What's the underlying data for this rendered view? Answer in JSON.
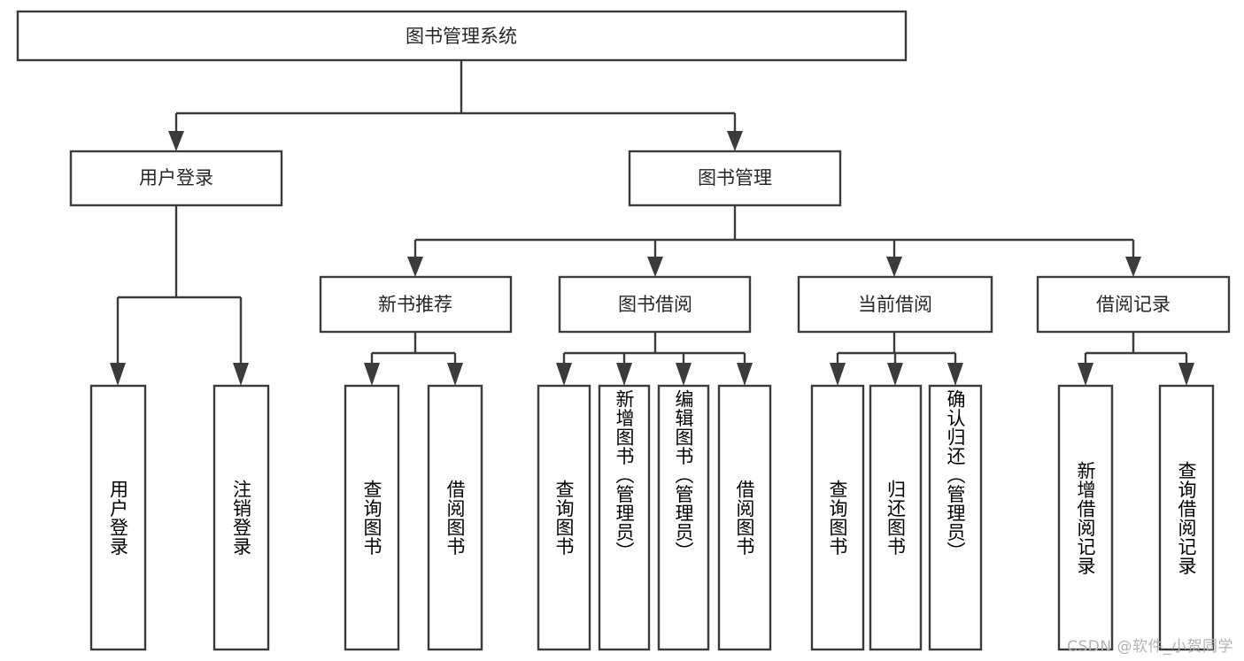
{
  "diagram": {
    "type": "tree-hierarchy-chart",
    "title": "图书管理系统",
    "background_color": "#ffffff",
    "box_stroke_color": "#3b3b3b",
    "text_color": "#262626",
    "root": {
      "id": "root",
      "label": "图书管理系统",
      "orientation": "horizontal"
    },
    "level1": [
      {
        "id": "user-login",
        "label": "用户登录",
        "orientation": "horizontal"
      },
      {
        "id": "book-manage",
        "label": "图书管理",
        "orientation": "horizontal"
      }
    ],
    "level2": [
      {
        "id": "new-book-recommend",
        "label": "新书推荐",
        "parent": "book-manage",
        "orientation": "horizontal"
      },
      {
        "id": "book-borrow",
        "label": "图书借阅",
        "parent": "book-manage",
        "orientation": "horizontal"
      },
      {
        "id": "current-borrow",
        "label": "当前借阅",
        "parent": "book-manage",
        "orientation": "horizontal"
      },
      {
        "id": "borrow-record",
        "label": "借阅记录",
        "parent": "book-manage",
        "orientation": "horizontal"
      }
    ],
    "leaves": [
      {
        "id": "leaf-user-login",
        "label": "用户登录",
        "parent": "user-login",
        "orientation": "vertical"
      },
      {
        "id": "leaf-logout-login",
        "label": "注销登录",
        "parent": "user-login",
        "orientation": "vertical"
      },
      {
        "id": "leaf-query-book-1",
        "label": "查询图书",
        "parent": "new-book-recommend",
        "orientation": "vertical"
      },
      {
        "id": "leaf-borrow-book-1",
        "label": "借阅图书",
        "parent": "new-book-recommend",
        "orientation": "vertical"
      },
      {
        "id": "leaf-query-book-2",
        "label": "查询图书",
        "parent": "book-borrow",
        "orientation": "vertical"
      },
      {
        "id": "leaf-add-book",
        "label": "新增图书（管理员）",
        "parent": "book-borrow",
        "orientation": "vertical"
      },
      {
        "id": "leaf-edit-book",
        "label": "编辑图书（管理员）",
        "parent": "book-borrow",
        "orientation": "vertical"
      },
      {
        "id": "leaf-borrow-book-2",
        "label": "借阅图书",
        "parent": "book-borrow",
        "orientation": "vertical"
      },
      {
        "id": "leaf-query-book-3",
        "label": "查询图书",
        "parent": "current-borrow",
        "orientation": "vertical"
      },
      {
        "id": "leaf-return-book",
        "label": "归还图书",
        "parent": "current-borrow",
        "orientation": "vertical"
      },
      {
        "id": "leaf-confirm-return",
        "label": "确认归还（管理员）",
        "parent": "current-borrow",
        "orientation": "vertical"
      },
      {
        "id": "leaf-add-record",
        "label": "新增借阅记录",
        "parent": "borrow-record",
        "orientation": "vertical"
      },
      {
        "id": "leaf-query-record",
        "label": "查询借阅记录",
        "parent": "borrow-record",
        "orientation": "vertical"
      }
    ],
    "watermark": "CSDN @软件_小贺同学"
  }
}
